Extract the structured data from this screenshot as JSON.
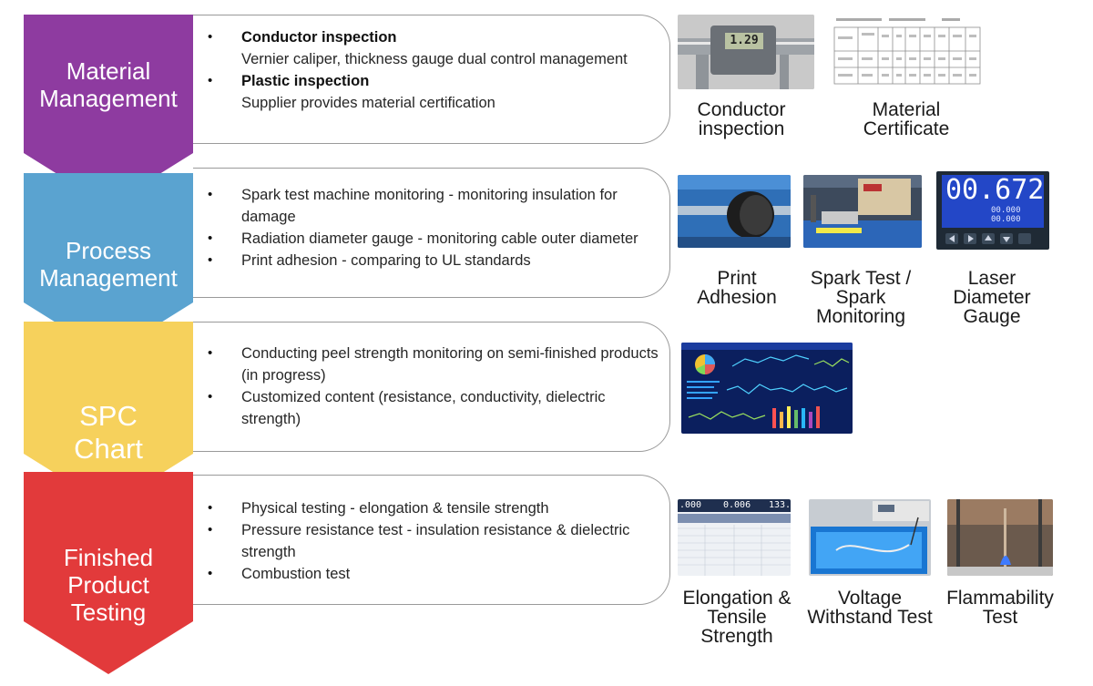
{
  "stages": [
    {
      "title_lines": [
        "Material",
        "Management"
      ],
      "color": "#8e3ba0",
      "bullets": [
        {
          "head": "Conductor inspection",
          "body": "Vernier caliper, thickness gauge dual control management"
        },
        {
          "head": "Plastic inspection",
          "body": "Supplier provides material certification"
        }
      ]
    },
    {
      "title_lines": [
        "Process",
        "Management"
      ],
      "color": "#5aa3d0",
      "bullets": [
        {
          "head": "",
          "body": "Spark test machine monitoring  - monitoring insulation for damage"
        },
        {
          "head": "",
          "body": "Radiation diameter gauge - monitoring  cable outer diameter"
        },
        {
          "head": "",
          "body": "Print adhesion - comparing to UL standards"
        }
      ]
    },
    {
      "title_lines": [
        "SPC",
        "Chart"
      ],
      "color": "#f6d15c",
      "bullets": [
        {
          "head": "",
          "body": "Conducting peel strength monitoring on semi-finished products (in progress)"
        },
        {
          "head": "",
          "body": "Customized content (resistance, conductivity, dielectric strength)"
        }
      ]
    },
    {
      "title_lines": [
        "Finished",
        "Product",
        "Testing"
      ],
      "color": "#e23a3b",
      "bullets": [
        {
          "head": "",
          "body": "Physical testing - elongation & tensile strength"
        },
        {
          "head": "",
          "body": "Pressure resistance test - insulation resistance & dielectric strength"
        },
        {
          "head": "",
          "body": "Combustion test"
        }
      ]
    }
  ],
  "captions": {
    "conductor_inspection": [
      "Conductor",
      "inspection"
    ],
    "material_certificate": [
      "Material",
      "Certificate"
    ],
    "print_adhesion": [
      "Print",
      "Adhesion"
    ],
    "spark_test": [
      "Spark Test /",
      "Spark",
      "Monitoring"
    ],
    "laser_gauge": [
      "Laser",
      "Diameter",
      "Gauge"
    ],
    "elongation": [
      "Elongation &",
      "Tensile",
      "Strength"
    ],
    "voltage": [
      "Voltage",
      "Withstand Test"
    ],
    "flammability": [
      "Flammability",
      "Test"
    ]
  },
  "photo_text": {
    "caliper_reading": "1.29",
    "gauge_reading": "00.672",
    "gauge_sub_a": "00.000",
    "gauge_sub_b": "00.000",
    "tensile_a": ".000",
    "tensile_b": "0.006",
    "tensile_c": "133."
  },
  "icons": [
    "bullet-dot-icon"
  ]
}
